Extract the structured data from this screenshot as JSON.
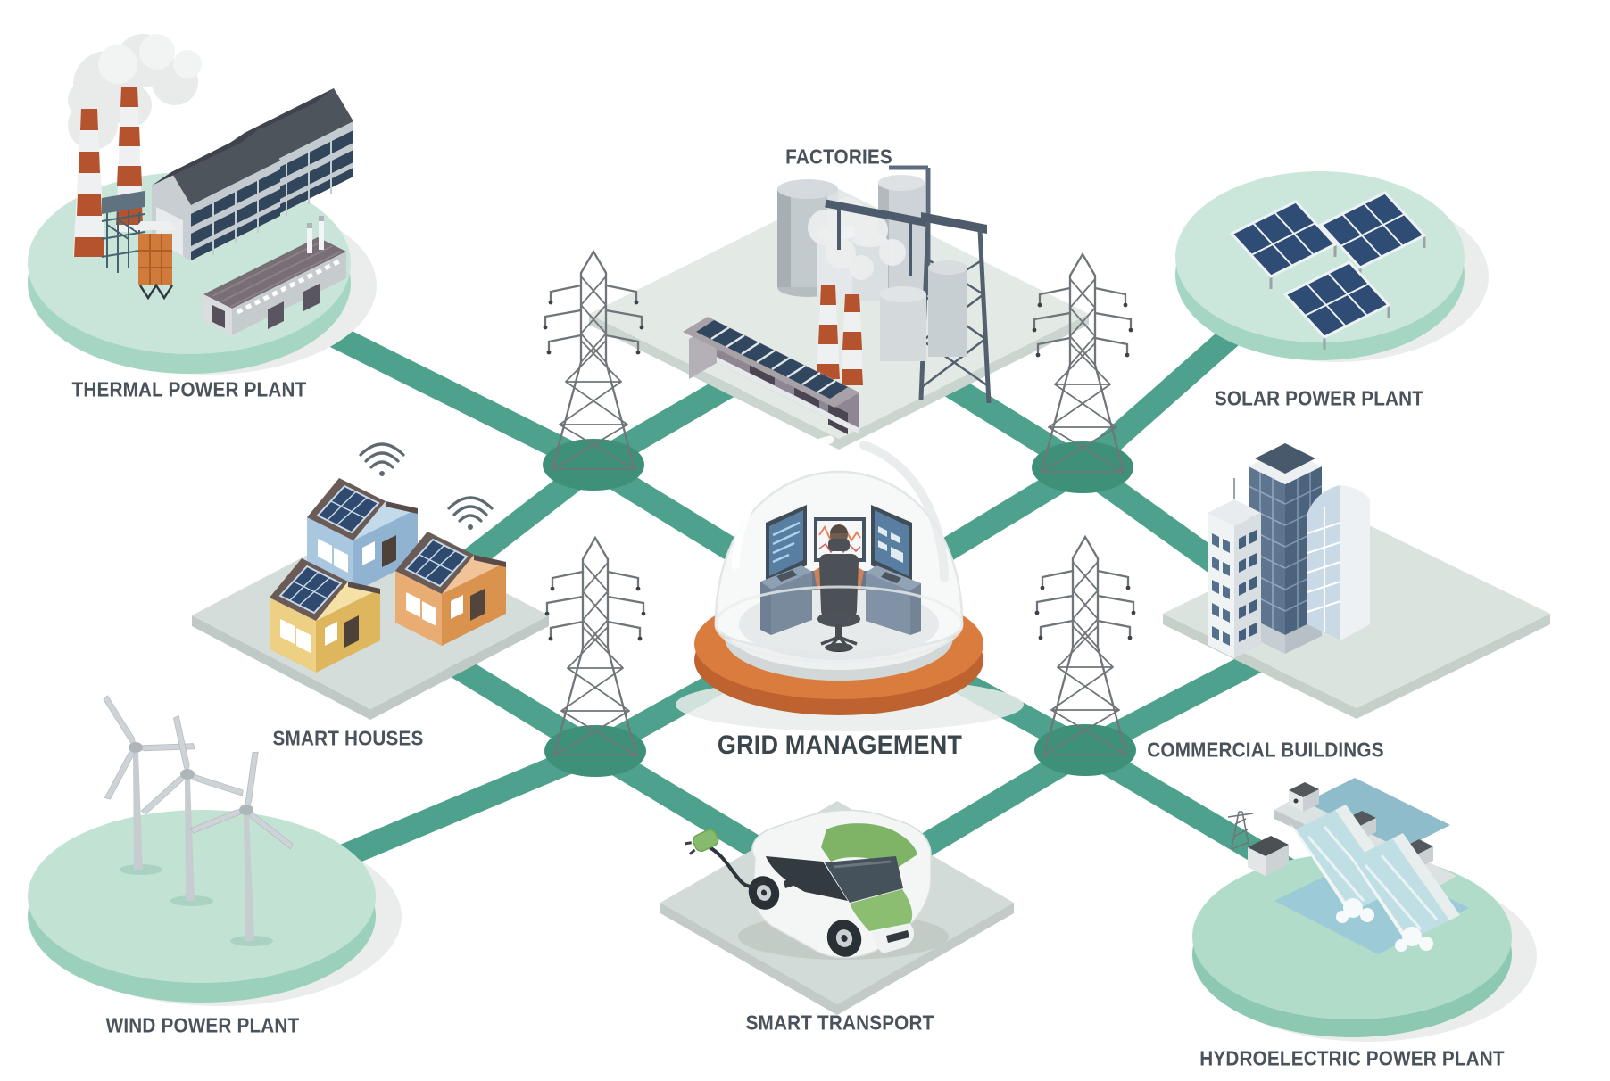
{
  "diagram": {
    "nodes": [
      {
        "id": "thermal-power-plant",
        "label": "THERMAL POWER PLANT"
      },
      {
        "id": "factories",
        "label": "FACTORIES"
      },
      {
        "id": "solar-power-plant",
        "label": "SOLAR POWER PLANT"
      },
      {
        "id": "smart-houses",
        "label": "SMART HOUSES"
      },
      {
        "id": "grid-management",
        "label": "GRID MANAGEMENT"
      },
      {
        "id": "commercial-buildings",
        "label": "COMMERCIAL BUILDINGS"
      },
      {
        "id": "wind-power-plant",
        "label": "WIND POWER PLANT"
      },
      {
        "id": "smart-transport",
        "label": "SMART TRANSPORT"
      },
      {
        "id": "hydroelectric-power-plant",
        "label": "HYDROELECTRIC POWER PLANT"
      }
    ],
    "colors": {
      "road": "#4DA18D",
      "junction": "#3E9078",
      "platform_mint_top": "#C9E5D9",
      "platform_mint_side": "#A5D5C3",
      "platform_gray_top": "#D9E1DE",
      "platform_gray_side": "#C3CDC9",
      "control_base_orange": "#D97C3E",
      "label_text": "#4A535B"
    }
  }
}
